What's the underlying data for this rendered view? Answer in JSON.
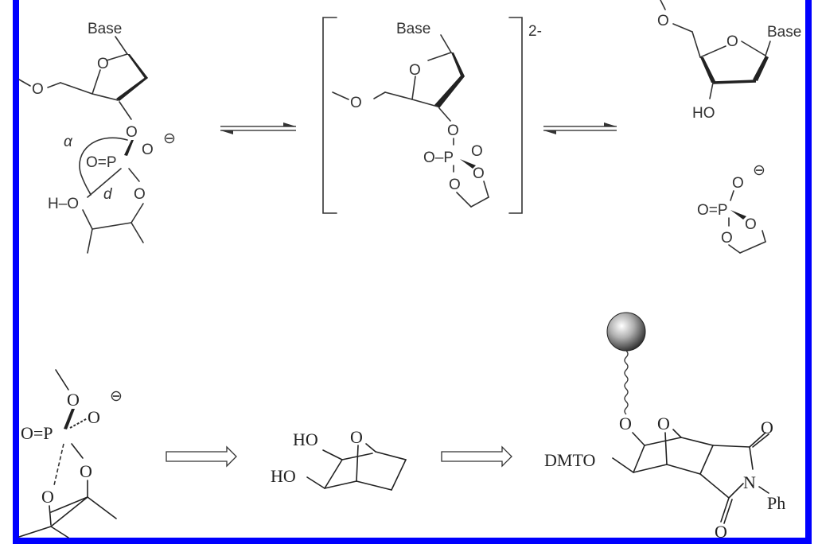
{
  "figure": {
    "border_color": "#0000ff",
    "background": "#ffffff",
    "top_row": {
      "reactant": {
        "labels": {
          "base": "Base",
          "ring_o": "O",
          "o5": "O",
          "o3": "O",
          "p_double_o": "O=P",
          "o_minus": "O",
          "charge": "⊖",
          "alpha": "α",
          "d": "d",
          "h_o": "H–O",
          "o_ring": "O"
        }
      },
      "arrow1": {
        "type": "equilibrium"
      },
      "intermediate": {
        "labels": {
          "base": "Base",
          "ring_o": "O",
          "o5": "O",
          "o3": "O",
          "o_p": "O–P",
          "o_right": "O",
          "o_ring1": "O",
          "o_ring2": "O"
        },
        "charge": "2-"
      },
      "arrow2": {
        "type": "equilibrium"
      },
      "product_nucleoside": {
        "labels": {
          "o5": "O",
          "ring_o": "O",
          "base": "Base",
          "ho": "HO"
        }
      },
      "product_cyclic_phosphate": {
        "labels": {
          "o_top": "O",
          "charge": "⊖",
          "o_p": "O=P",
          "o_ring1": "O",
          "o_ring2": "O"
        }
      }
    },
    "bottom_row": {
      "transition_state": {
        "labels": {
          "o_top": "O",
          "charge": "⊖",
          "o_right": "O",
          "o_p": "O=P",
          "o_ring_right": "O",
          "o_ring_left": "O"
        }
      },
      "arrow1": {
        "type": "retrosynthetic"
      },
      "diol": {
        "labels": {
          "ho1": "HO",
          "ho2": "HO",
          "bridge_o": "O"
        }
      },
      "arrow2": {
        "type": "retrosynthetic"
      },
      "support_conjugate": {
        "labels": {
          "o_linker": "O",
          "bridge_o": "O",
          "dmto": "DMTO",
          "o_top": "O",
          "n": "N",
          "ph": "Ph",
          "o_bottom": "O"
        },
        "solid_support": "sphere"
      }
    }
  }
}
